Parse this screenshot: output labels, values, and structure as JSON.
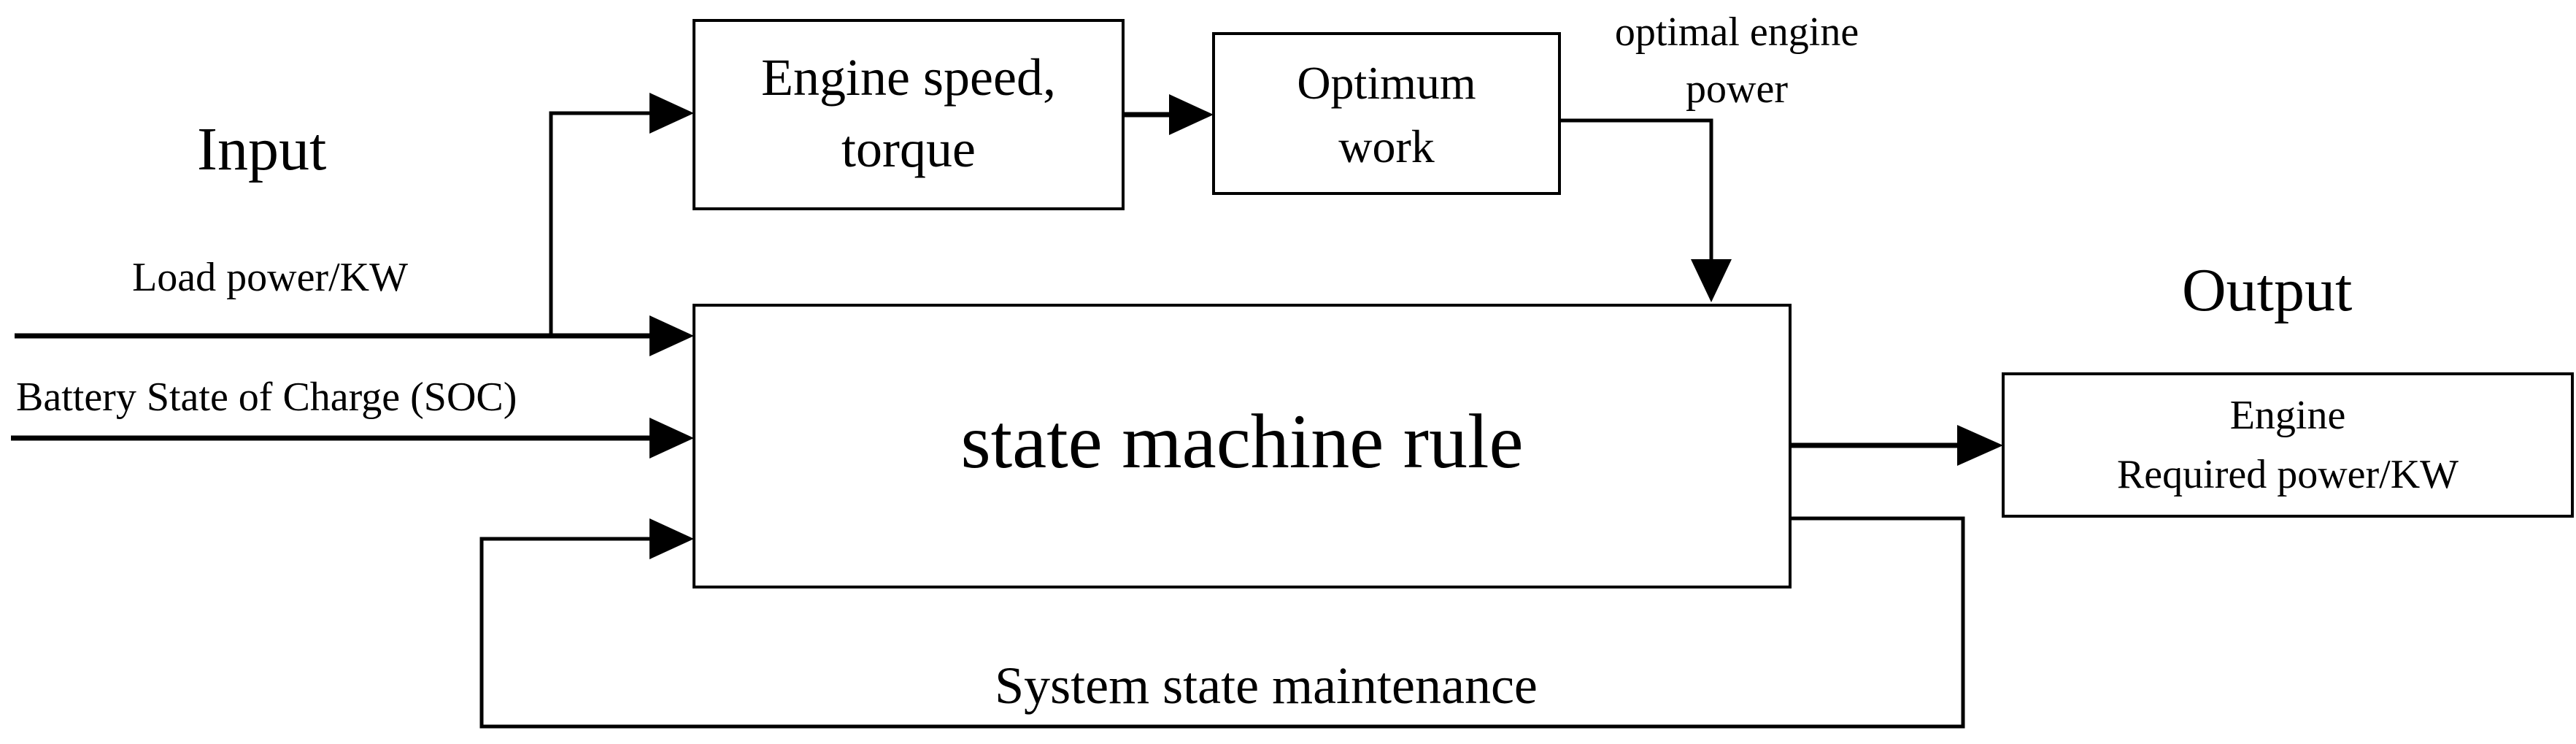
{
  "diagram": {
    "section_labels": {
      "input": "Input",
      "output": "Output"
    },
    "input_labels": {
      "load_power": "Load power/KW",
      "battery_soc": "Battery State of Charge (SOC)"
    },
    "boxes": {
      "engine_speed_line1": "Engine speed,",
      "engine_speed_line2": "torque",
      "optimum_line1": "Optimum",
      "optimum_line2": "work",
      "state_machine": "state machine rule",
      "output_line1": "Engine",
      "output_line2": "Required power/KW"
    },
    "edge_labels": {
      "optimal_power_line1": "optimal engine",
      "optimal_power_line2": "power",
      "feedback": "System state maintenance"
    }
  }
}
